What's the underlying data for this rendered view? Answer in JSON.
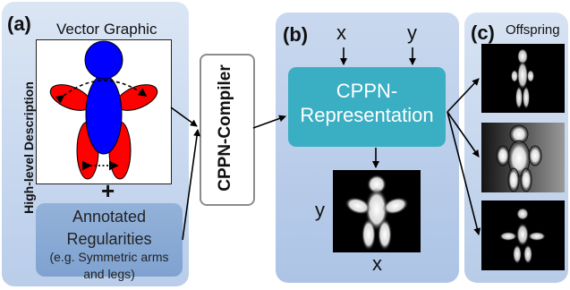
{
  "panel_a": {
    "label": "(a)",
    "vector_graphic_title": "Vector Graphic",
    "plus": "+",
    "side_label": "High-level Description",
    "annotated_line1": "Annotated",
    "annotated_line2": "Regularities",
    "annotated_line3": "(e.g. Symmetric arms",
    "annotated_line4": "and legs)"
  },
  "compiler": {
    "label": "CPPN-Compiler"
  },
  "panel_b": {
    "label": "(b)",
    "input_x": "x",
    "input_y": "y",
    "rep_line1": "CPPN-",
    "rep_line2": "Representation",
    "axis_y": "y",
    "axis_x": "x"
  },
  "panel_c": {
    "label": "(c)",
    "title": "Offspring"
  },
  "colors": {
    "figure_blue": "#0000ff",
    "figure_red": "#ff0000",
    "cppn_teal": "#3aaec2",
    "panel_blue": "#b9cdea"
  }
}
